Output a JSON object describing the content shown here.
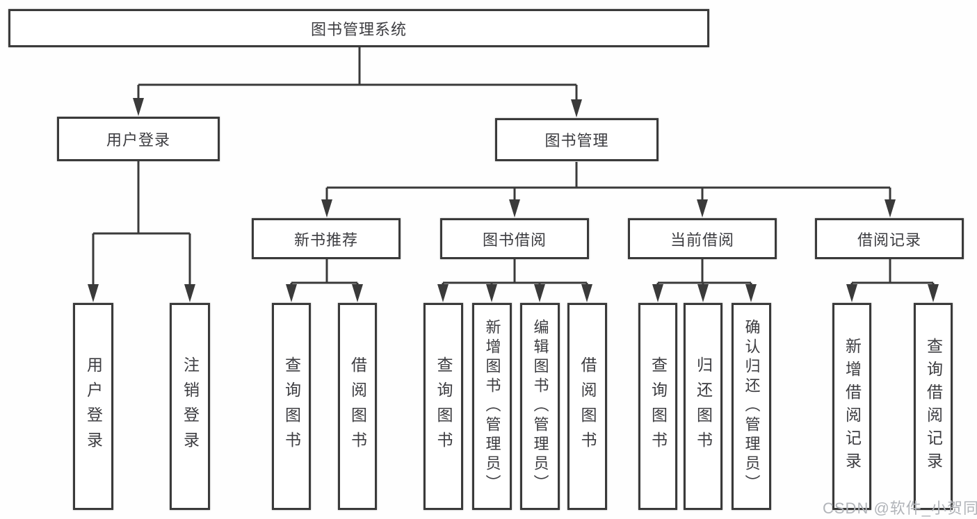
{
  "diagram": {
    "root": {
      "label": "图书管理系统",
      "children": [
        {
          "label": "用户登录",
          "children": [
            {
              "label": "用户登录"
            },
            {
              "label": "注销登录"
            }
          ]
        },
        {
          "label": "图书管理",
          "children": [
            {
              "label": "新书推荐",
              "children": [
                {
                  "label": "查询图书"
                },
                {
                  "label": "借阅图书"
                }
              ]
            },
            {
              "label": "图书借阅",
              "children": [
                {
                  "label": "查询图书"
                },
                {
                  "label": "新增图书（管理员）"
                },
                {
                  "label": "编辑图书（管理员）"
                },
                {
                  "label": "借阅图书"
                }
              ]
            },
            {
              "label": "当前借阅",
              "children": [
                {
                  "label": "查询图书"
                },
                {
                  "label": "归还图书"
                },
                {
                  "label": "确认归还（管理员）"
                }
              ]
            },
            {
              "label": "借阅记录",
              "children": [
                {
                  "label": "新增借阅记录"
                },
                {
                  "label": "查询借阅记录"
                }
              ]
            }
          ]
        }
      ]
    },
    "colors": {
      "line": "#3a3a3a",
      "text": "#3c3c40",
      "watermark": "#b1b4b9",
      "background": "#ffffff"
    },
    "watermark": {
      "text": "CSDN @软件_小贺同学"
    }
  }
}
